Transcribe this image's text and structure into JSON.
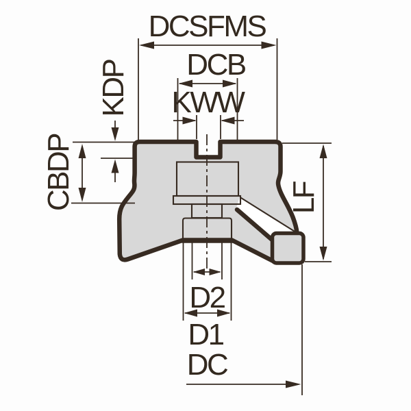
{
  "dimensions": {
    "dcsfms": {
      "label": "DCSFMS",
      "orientation": "horizontal",
      "position": "top"
    },
    "dcb": {
      "label": "DCB",
      "orientation": "horizontal",
      "position": "top"
    },
    "kww": {
      "label": "KWW",
      "orientation": "horizontal",
      "position": "top"
    },
    "kdp": {
      "label": "KDP",
      "orientation": "vertical",
      "position": "left"
    },
    "cbdp": {
      "label": "CBDP",
      "orientation": "vertical",
      "position": "left"
    },
    "lf": {
      "label": "LF",
      "orientation": "vertical",
      "position": "right"
    },
    "d2": {
      "label": "D2",
      "orientation": "horizontal",
      "position": "bottom"
    },
    "d1": {
      "label": "D1",
      "orientation": "horizontal",
      "position": "bottom"
    },
    "dc": {
      "label": "DC",
      "orientation": "horizontal",
      "position": "bottom"
    }
  },
  "colors": {
    "line": "#372b22",
    "body_fill": "#d8d8d8",
    "background": "#fdfdfd",
    "label_text": "#33291f"
  }
}
